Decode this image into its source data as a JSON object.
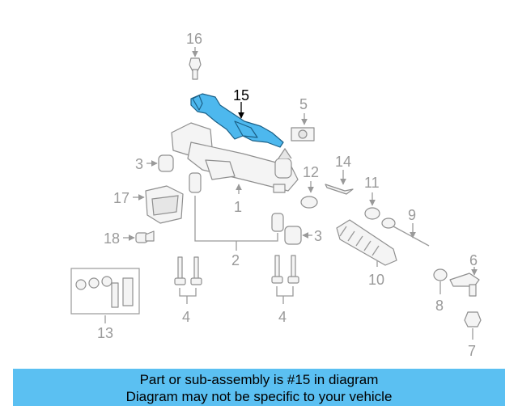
{
  "callouts": {
    "c1": "1",
    "c2": "2",
    "c3a": "3",
    "c3b": "3",
    "c4a": "4",
    "c4b": "4",
    "c5": "5",
    "c6": "6",
    "c7": "7",
    "c8": "8",
    "c9": "9",
    "c10": "10",
    "c11": "11",
    "c12": "12",
    "c13": "13",
    "c14": "14",
    "c15": "15",
    "c16": "16",
    "c17": "17",
    "c18": "18"
  },
  "highlight": {
    "part_number": "15",
    "color": "#4db8ee"
  },
  "banner": {
    "line1": "Part or sub-assembly is #15 in diagram",
    "line2": "Diagram may not be specific to your vehicle",
    "color": "#5bc0f2"
  }
}
